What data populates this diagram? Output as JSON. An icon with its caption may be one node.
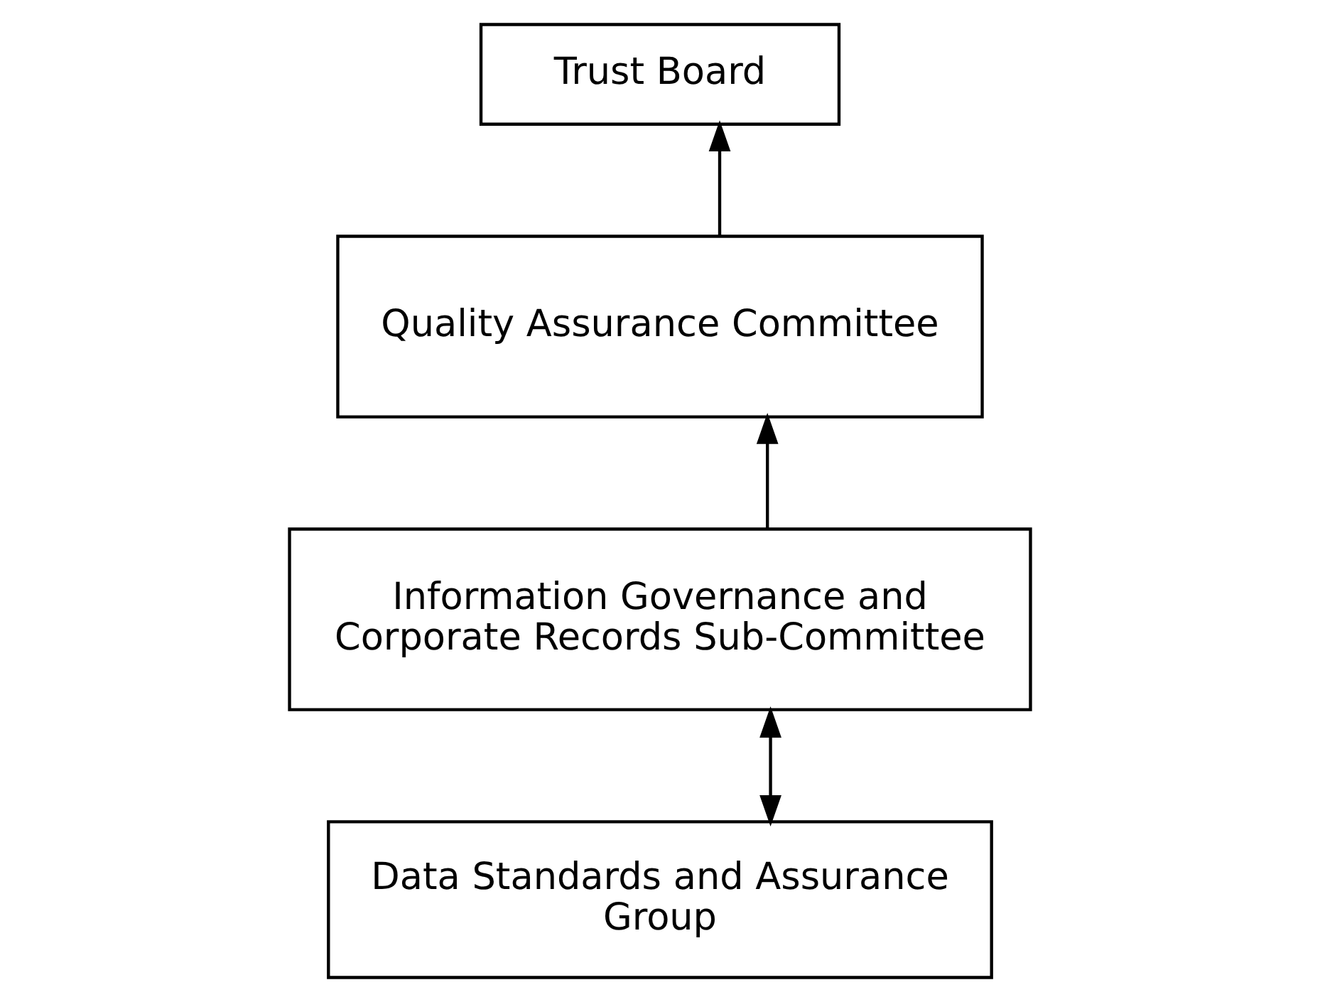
{
  "diagram": {
    "nodes": [
      {
        "text": [
          "Trust Board"
        ]
      },
      {
        "text": [
          "Quality Assurance Committee"
        ]
      },
      {
        "text": [
          "Information Governance and Corporate Records Sub-Committee"
        ]
      },
      {
        "text": [
          "Data Standards and Assurance Group"
        ]
      }
    ],
    "edges": [
      {
        "from": 1,
        "to": 0,
        "arrow": "to"
      },
      {
        "from": 2,
        "to": 1,
        "arrow": "to"
      },
      {
        "from": 2,
        "to": 3,
        "arrow": "both"
      }
    ]
  }
}
